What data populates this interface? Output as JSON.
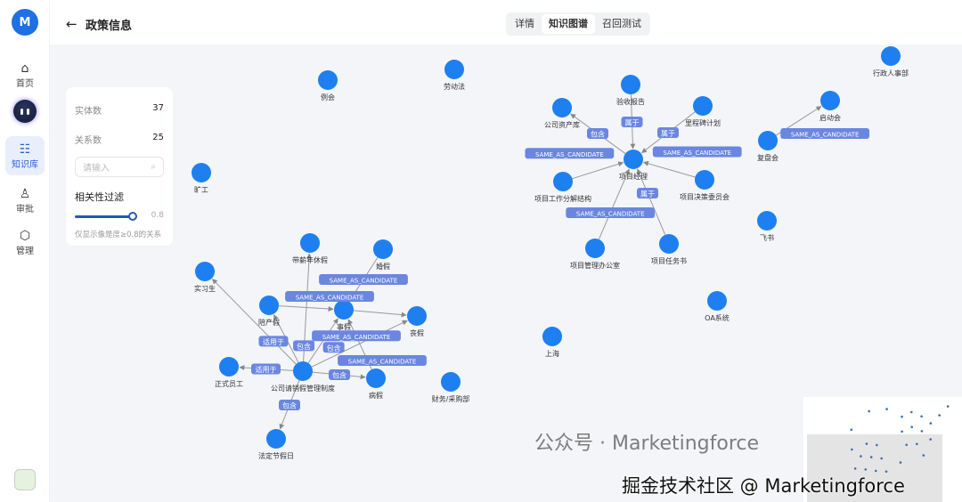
{
  "sidebar": {
    "logo": "M",
    "items": [
      {
        "label": "首页",
        "icon": "home-icon"
      },
      {
        "label": "知识库",
        "icon": "database-icon"
      },
      {
        "label": "审批",
        "icon": "stamp-icon"
      },
      {
        "label": "管理",
        "icon": "settings-icon"
      }
    ]
  },
  "header": {
    "title": "政策信息",
    "tabs": [
      {
        "label": "详情"
      },
      {
        "label": "知识图谱",
        "active": true
      },
      {
        "label": "召回测试"
      }
    ]
  },
  "panel": {
    "entity_label": "实体数",
    "entity_count": "37",
    "relation_label": "关系数",
    "relation_count": "25",
    "search_placeholder": "请输入",
    "filter_title": "相关性过滤",
    "filter_value": "0.8",
    "filter_fraction": 0.8,
    "filter_hint": "仅显示像是度≥0.8的关系"
  },
  "graph": {
    "node_color": "#1e7ff0",
    "edge_label_color": "#6a86e0",
    "nodes": [
      "劳动法",
      "例会",
      "旷工",
      "带薪年休假",
      "婚假",
      "实习生",
      "陪产假",
      "事假",
      "丧假",
      "公司请销假管理制度",
      "正式员工",
      "病假",
      "法定节假日",
      "上海",
      "财务/采购部",
      "OA系统",
      "飞书",
      "验收报告",
      "公司资产库",
      "里程碑计划",
      "项目经理",
      "项目工作分解结构",
      "项目决策委员会",
      "项目管理办公室",
      "项目任务书",
      "行政人事部",
      "启动会",
      "复盘会"
    ],
    "edges": [
      {
        "from": "公司请销假管理制度",
        "to": "实习生",
        "label": "适用于"
      },
      {
        "from": "公司请销假管理制度",
        "to": "陪产假",
        "label": "包含"
      },
      {
        "from": "公司请销假管理制度",
        "to": "带薪年休假",
        "label": ""
      },
      {
        "from": "公司请销假管理制度",
        "to": "事假",
        "label": "包含"
      },
      {
        "from": "公司请销假管理制度",
        "to": "丧假",
        "label": "SAME_AS_CANDIDATE"
      },
      {
        "from": "公司请销假管理制度",
        "to": "正式员工",
        "label": "适用于"
      },
      {
        "from": "公司请销假管理制度",
        "to": "病假",
        "label": "包含"
      },
      {
        "from": "公司请销假管理制度",
        "to": "法定节假日",
        "label": "包含"
      },
      {
        "from": "病假",
        "to": "事假",
        "label": ""
      },
      {
        "from": "婚假",
        "to": "事假",
        "label": "SAME_AS_CANDIDATE"
      },
      {
        "from": "陪产假",
        "to": "事假",
        "label": "SAME_AS_CANDIDATE"
      },
      {
        "from": "事假",
        "to": "丧假",
        "label": "SAME_AS_CANDIDATE"
      },
      {
        "from": "项目经理",
        "to": "公司资产库",
        "label": "包含"
      },
      {
        "from": "验收报告",
        "to": "项目经理",
        "label": "属于"
      },
      {
        "from": "里程碑计划",
        "to": "项目经理",
        "label": "属于"
      },
      {
        "from": "项目工作分解结构",
        "to": "项目经理",
        "label": "SAME_AS_CANDIDATE"
      },
      {
        "from": "项目决策委员会",
        "to": "项目经理",
        "label": "SAME_AS_CANDIDATE"
      },
      {
        "from": "项目管理办公室",
        "to": "项目经理",
        "label": "SAME_AS_CANDIDATE"
      },
      {
        "from": "项目任务书",
        "to": "项目经理",
        "label": "属于"
      },
      {
        "from": "复盘会",
        "to": "启动会",
        "label": "SAME_AS_CANDIDATE"
      }
    ]
  },
  "watermark": {
    "line1": "公众号 · Marketingforce",
    "line2": "掘金技术社区 @ Marketingforce"
  }
}
